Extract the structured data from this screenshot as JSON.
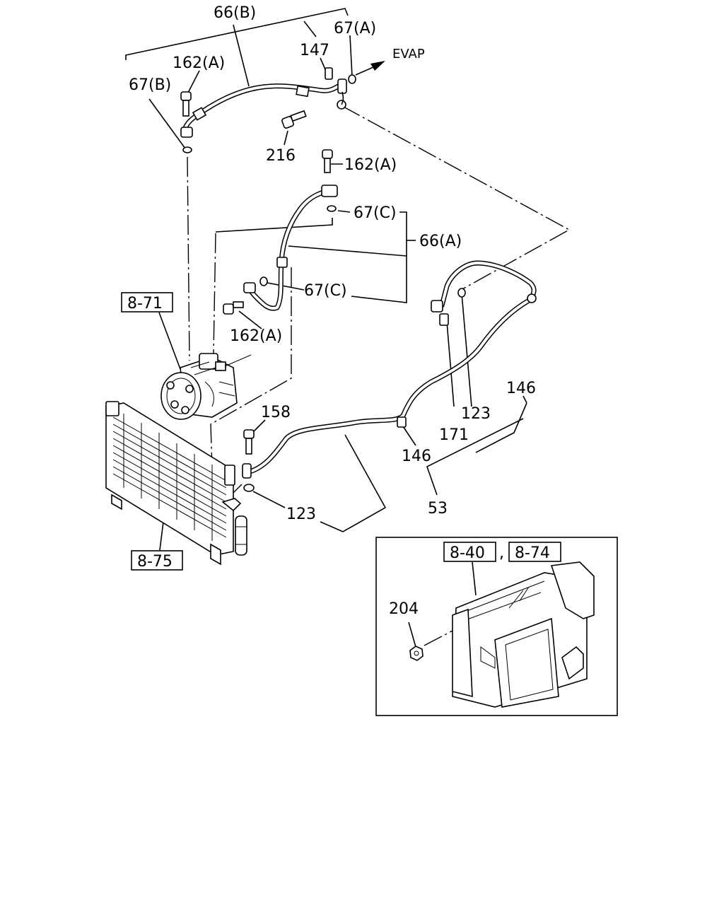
{
  "labels": {
    "l66b": "66(B)",
    "l67a": "67(A)",
    "l147": "147",
    "evap": "EVAP",
    "l162a_top": "162(A)",
    "l67b": "67(B)",
    "l216": "216",
    "l162a_mid": "162(A)",
    "l67c_top": "67(C)",
    "l66a": "66(A)",
    "l67c_mid": "67(C)",
    "l162a_low": "162(A)",
    "l146_right": "146",
    "l123_right": "123",
    "l171": "171",
    "l158": "158",
    "l146_mid": "146",
    "l53": "53",
    "l123_low": "123",
    "l204": "204"
  },
  "refs": {
    "r871": "8-71",
    "r875": "8-75",
    "r840": "8-40",
    "r874": "8-74",
    "comma": ","
  },
  "icons": {
    "compressor": "ac-compressor-icon",
    "condenser": "condenser-icon",
    "evaporator": "evaporator-unit-icon",
    "arrow": "arrow-icon"
  }
}
